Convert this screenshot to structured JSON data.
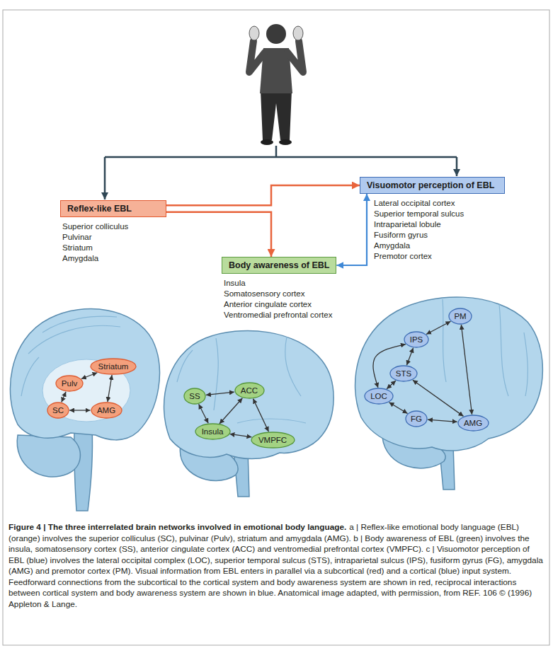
{
  "diagram": {
    "title": "Figure 4 | The three interrelated brain networks involved in emotional body language.",
    "caption": "a | Reflex-like emotional body language (EBL) (orange) involves the superior colliculus (SC), pulvinar (Pulv), striatum and amygdala (AMG). b | Body awareness of EBL (green) involves the insula, somatosensory cortex (SS), anterior cingulate cortex (ACC) and ventromedial prefrontal cortex (VMPFC). c | Visuomotor perception of EBL (blue) involves the lateral occipital complex (LOC), superior temporal sulcus (STS), intraparietal sulcus (IPS), fusiform gyrus (FG), amygdala (AMG) and premotor cortex (PM). Visual information from EBL enters in parallel via a subcortical (red) and a cortical (blue) input system. Feedforward connections from the subcortical to the cortical system and body awareness system are shown in red, reciprocal interactions between cortical system and body awareness system are shown in blue. Anatomical image adapted, with permission, from REF. 106 © (1996) Appleton & Lange.",
    "nodes": [
      {
        "text": [
          "Reflex-like EBL"
        ]
      },
      {
        "text": [
          "Visuomotor perception of EBL"
        ]
      },
      {
        "text": [
          "Body awareness of EBL"
        ]
      },
      {
        "text": [
          "Striatum"
        ]
      },
      {
        "text": [
          "Pulv"
        ]
      },
      {
        "text": [
          "SC"
        ]
      },
      {
        "text": [
          "AMG"
        ]
      },
      {
        "text": [
          "SS"
        ]
      },
      {
        "text": [
          "ACC"
        ]
      },
      {
        "text": [
          "Insula"
        ]
      },
      {
        "text": [
          "VMPFC"
        ]
      },
      {
        "text": [
          "PM"
        ]
      },
      {
        "text": [
          "IPS"
        ]
      },
      {
        "text": [
          "STS"
        ]
      },
      {
        "text": [
          "LOC"
        ]
      },
      {
        "text": [
          "FG"
        ]
      },
      {
        "text": [
          "AMG"
        ]
      }
    ],
    "edges": [
      {
        "from": 0,
        "to": 1,
        "arrow": "to"
      },
      {
        "from": 0,
        "to": 2,
        "arrow": "to"
      },
      {
        "from": 2,
        "to": 1,
        "arrow": "both"
      },
      {
        "from": 5,
        "to": 4,
        "arrow": "both"
      },
      {
        "from": 4,
        "to": 3,
        "arrow": "both"
      },
      {
        "from": 5,
        "to": 6,
        "arrow": "both"
      },
      {
        "from": 6,
        "to": 3,
        "arrow": "both"
      },
      {
        "from": 7,
        "to": 8,
        "arrow": "both"
      },
      {
        "from": 7,
        "to": 9,
        "arrow": "both"
      },
      {
        "from": 8,
        "to": 9,
        "arrow": "both"
      },
      {
        "from": 9,
        "to": 10,
        "arrow": "both"
      },
      {
        "from": 8,
        "to": 10,
        "arrow": "both"
      },
      {
        "from": 12,
        "to": 11,
        "arrow": "both"
      },
      {
        "from": 11,
        "to": 16,
        "arrow": "both"
      },
      {
        "from": 12,
        "to": 13,
        "arrow": "both"
      },
      {
        "from": 12,
        "to": 14,
        "arrow": "both"
      },
      {
        "from": 13,
        "to": 14,
        "arrow": "both"
      },
      {
        "from": 13,
        "to": 16,
        "arrow": "both"
      },
      {
        "from": 14,
        "to": 15,
        "arrow": "both"
      },
      {
        "from": 15,
        "to": 16,
        "arrow": "both"
      }
    ],
    "labels": [
      "Superior colliculus",
      "Pulvinar",
      "Striatum",
      "Amygdala",
      "Insula",
      "Somatosensory cortex",
      "Anterior cingulate cortex",
      "Ventromedial prefrontal cortex",
      "Lateral occipital cortex",
      "Superior temporal sulcus",
      "Intraparietal lobule",
      "Fusiform gyrus",
      "Amygdala",
      "Premotor cortex"
    ]
  }
}
